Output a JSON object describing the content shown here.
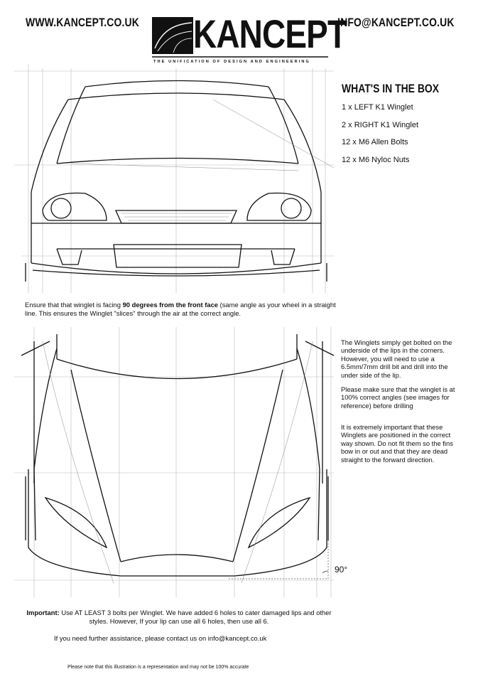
{
  "header": {
    "website": "WWW.KANCEPT.CO.UK",
    "email": "INFO@KANCEPT.CO.UK",
    "logo_text": "KANCEPT",
    "tagline": "THE UNIFICATION OF DESIGN AND ENGINEERING"
  },
  "box": {
    "title": "WHAT'S IN THE BOX",
    "items": [
      "1 x LEFT K1 Winglet",
      "2 x RIGHT K1 Winglet",
      "12 x M6 Allen Bolts",
      "12 x M6 Nyloc Nuts"
    ]
  },
  "instruction": {
    "lead": "Ensure that that winglet is facing ",
    "emphasis": "90 degrees from the front face",
    "rest": " (same angle as your wheel in a straight line.  This ensures the Winglet \"slices\" through the air at the correct angle."
  },
  "side_notes": [
    "The Winglets simply get bolted on the underside of the lips in the corners.  However, you will need to use a 6.5mm/7mm drill bit and  drill into the under side of the lip.",
    "Please make sure that the winglet is at 100% correct angles (see images for reference) before drilling",
    "It is extremely important that these Winglets are positioned in the correct way shown.  Do not fit them so the fins bow in or out and that they are dead straight to the forward direction."
  ],
  "angle_label": "90°",
  "important": {
    "label": "Important:",
    "text": " Use AT LEAST 3 bolts per Winglet.  We have added 6 holes to cater damaged lips and other styles.  However, If your lip can use all 6 holes, then use all 6."
  },
  "assistance": "If you need further assistance, please contact us on info@kancept.co.uk",
  "disclaimer": "Please note that this illustration is a representation and may not be 100% accurate"
}
